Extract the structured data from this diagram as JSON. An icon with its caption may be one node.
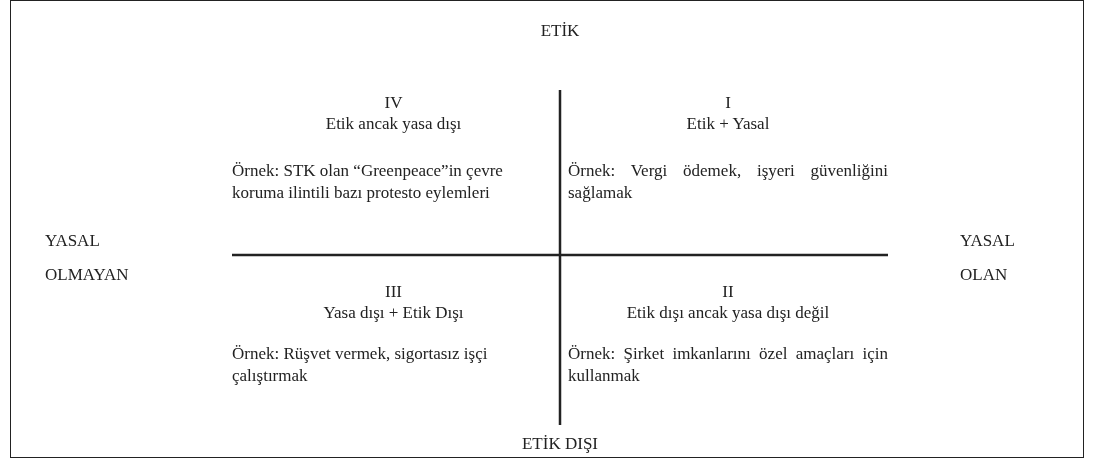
{
  "diagram": {
    "labels": [
      "ETİK",
      "IV",
      "Etik ancak yasa dışı",
      "Örnek: STK olan “Greenpeace”in çevre koruma ilintili bazı protesto eylemleri",
      "I",
      "Etik + Yasal",
      "Örnek: Vergi ödemek, işyeri güvenliğini sağlamak",
      "YASAL OLMAYAN",
      "YASAL OLAN",
      "III",
      "Yasa dışı + Etik Dışı",
      "Örnek: Rüşvet vermek, sigortasız işçi çalıştırmak",
      "II",
      "Etik dışı ancak yasa dışı değil",
      "Örnek: Şirket imkanlarını özel amaçları için kullanmak",
      "ETİK DIŞI"
    ]
  }
}
